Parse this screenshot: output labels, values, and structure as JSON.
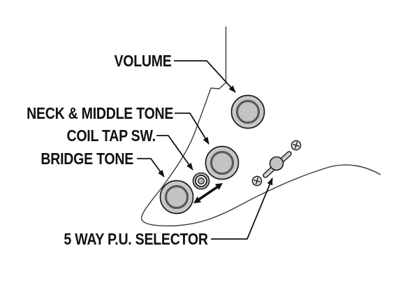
{
  "diagram": {
    "type": "guitar-controls-callout-diagram",
    "background_color": "#ffffff",
    "line_color": "#1a1a1a",
    "outline_color": "#3a3a3a",
    "knob_fill_color": "#c7c7c7",
    "knob_ring_color": "#5a5a5a",
    "screw_fill_color": "#dedede",
    "labels": {
      "volume": "VOLUME",
      "neck_middle_tone": "NECK & MIDDLE TONE",
      "coil_tap": "COIL TAP SW.",
      "bridge_tone": "BRIDGE TONE",
      "selector": "5 WAY P.U. SELECTOR"
    },
    "components": [
      "volume-knob",
      "neck-middle-tone-knob",
      "coil-tap-switch",
      "bridge-tone-knob",
      "5-way-pickup-selector"
    ]
  }
}
